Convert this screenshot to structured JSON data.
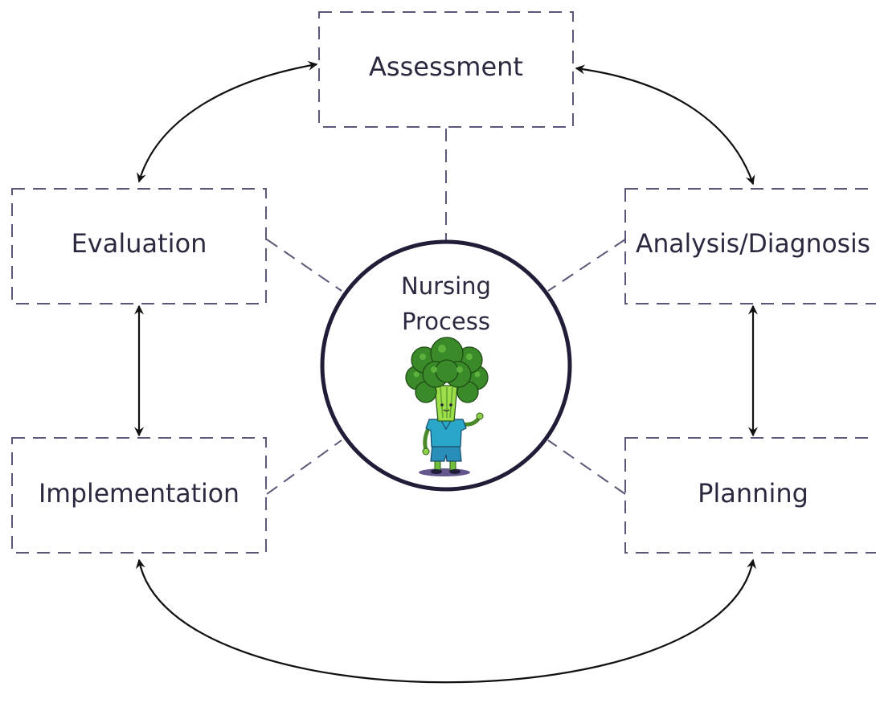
{
  "diagram": {
    "center": {
      "line1": "Nursing",
      "line2": "Process",
      "mascot": "broccoli-nurse-mascot"
    },
    "stages": {
      "assessment": "Assessment",
      "analysis": "Analysis/Diagnosis",
      "planning": "Planning",
      "implementation": "Implementation",
      "evaluation": "Evaluation"
    },
    "colors": {
      "box_border": "#5a5878",
      "text": "#2b2940",
      "arrow": "#111111",
      "circle": "#1f1d38",
      "broccoli": "#3a8a2a",
      "scrubs": "#2aa6c9"
    }
  }
}
